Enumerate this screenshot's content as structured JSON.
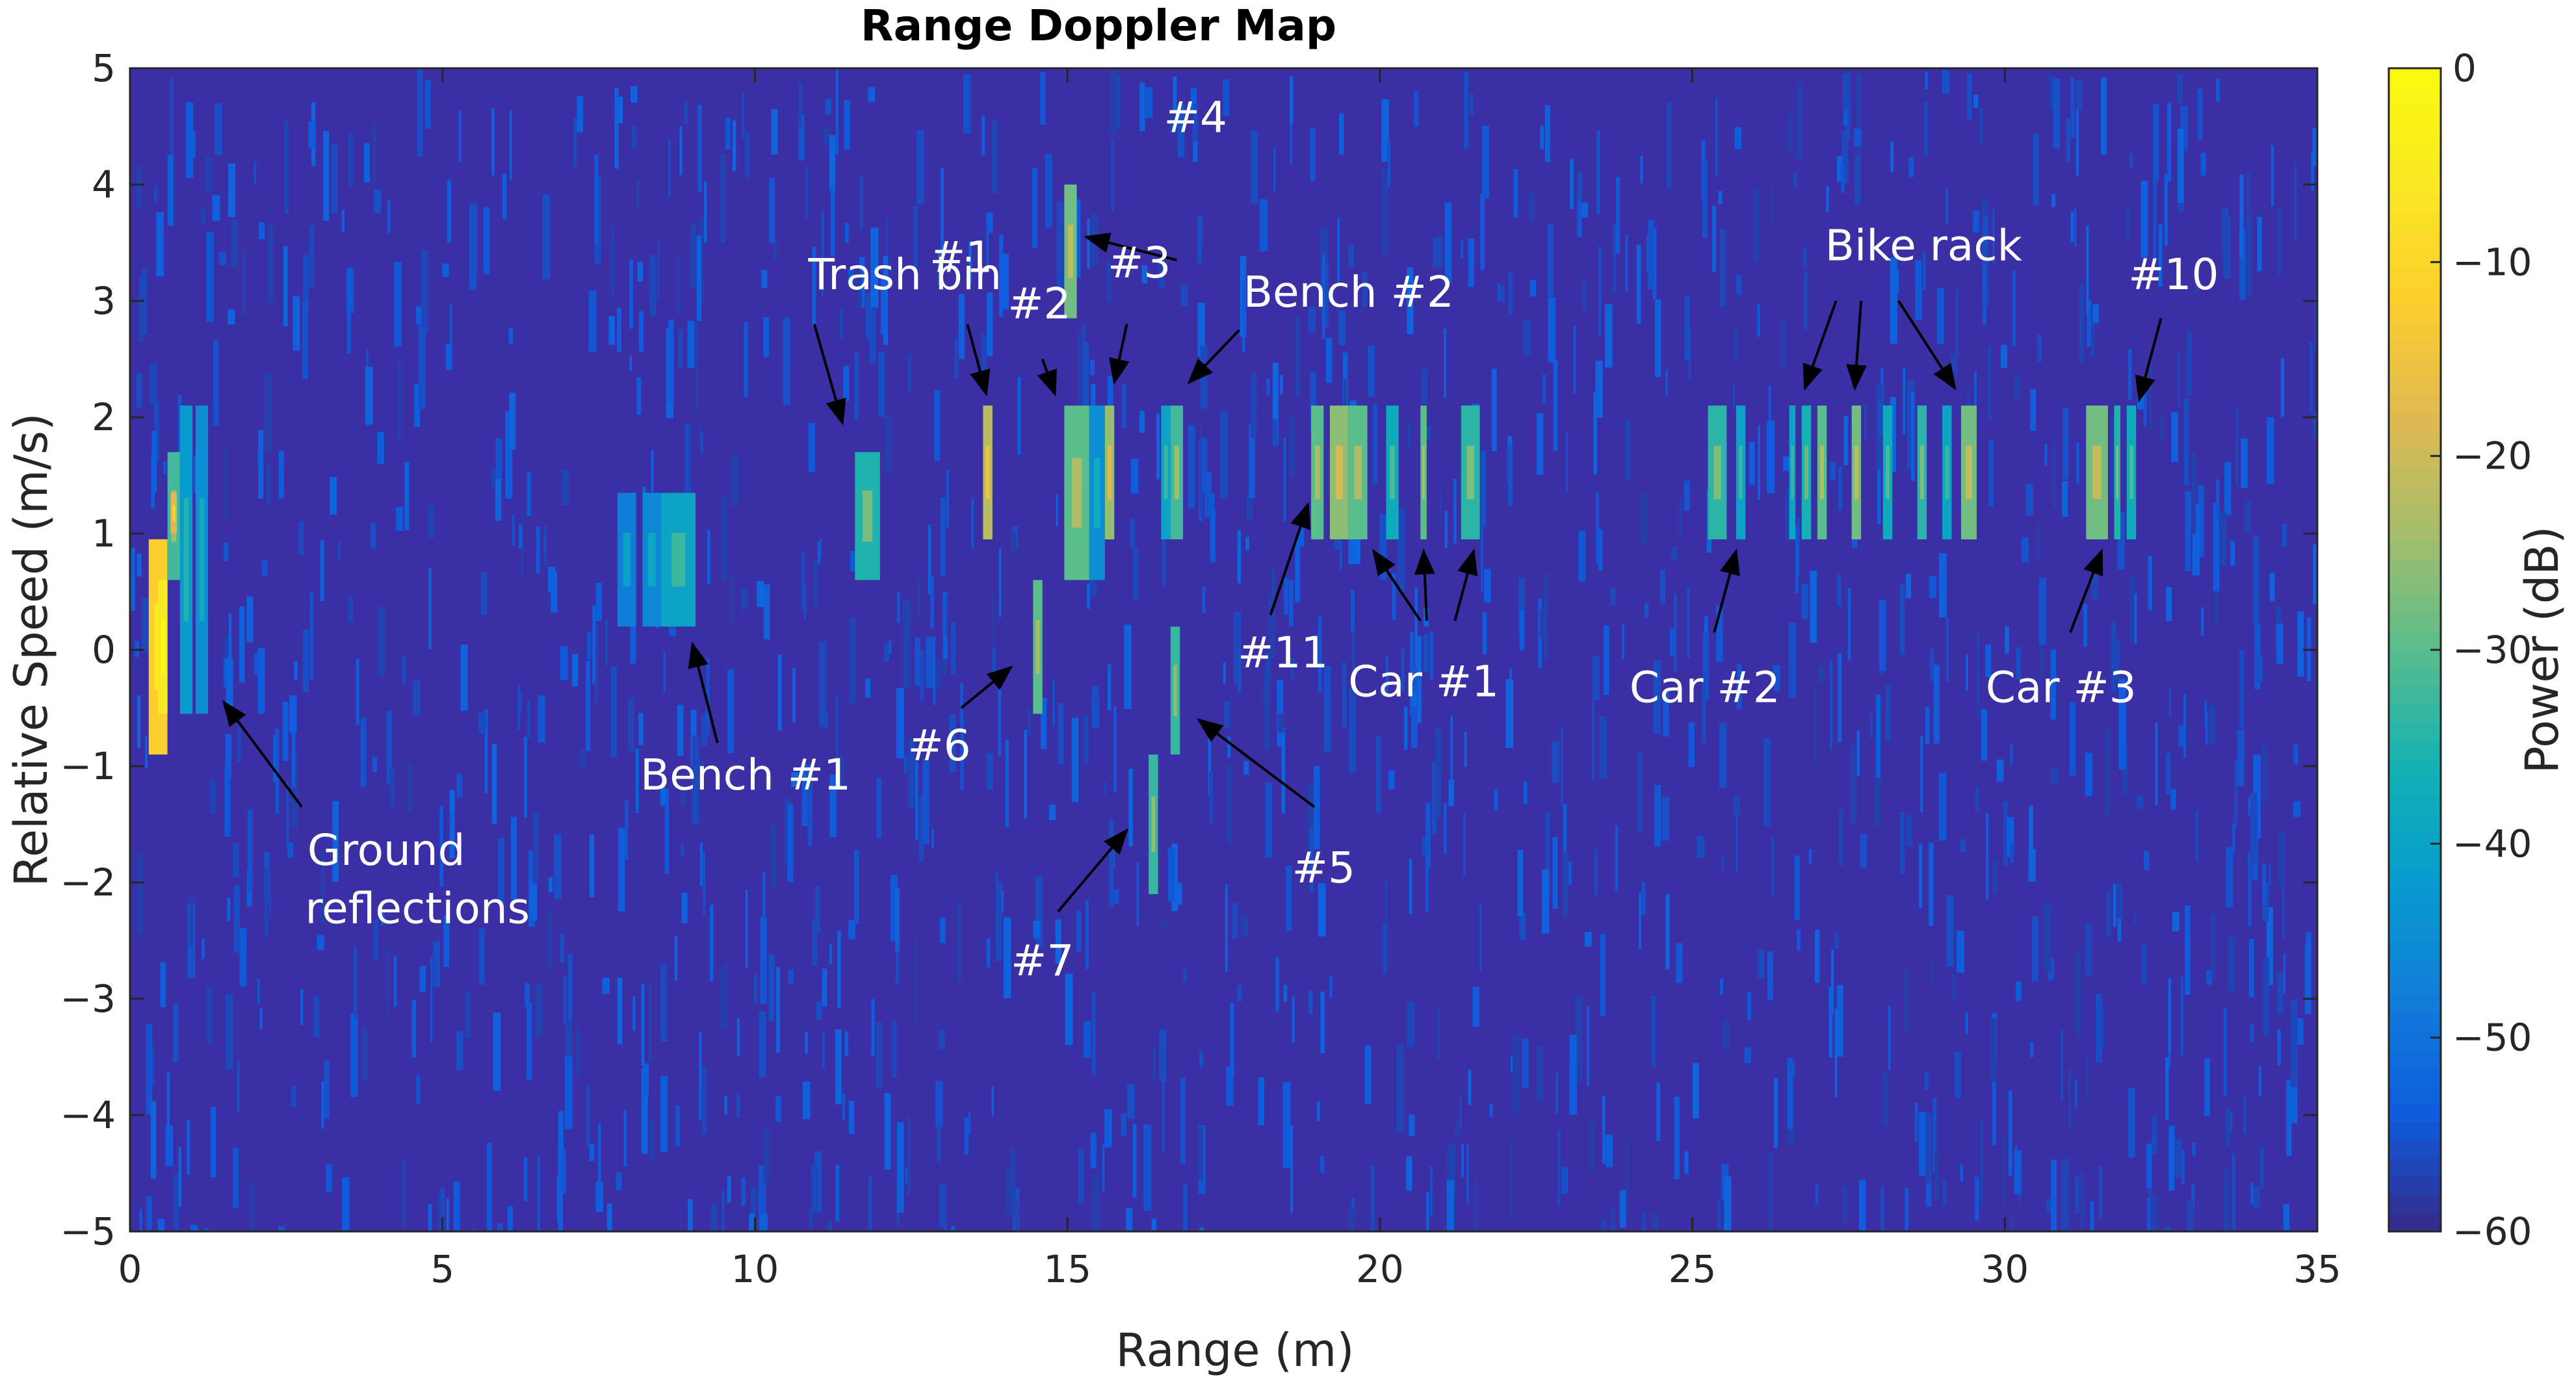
{
  "chart_data": {
    "type": "heatmap",
    "title": "Range Doppler Map",
    "xlabel": "Range (m)",
    "ylabel": "Relative Speed (m/s)",
    "xlim": [
      0,
      35
    ],
    "ylim": [
      -5,
      5
    ],
    "xticks": [
      0,
      5,
      10,
      15,
      20,
      25,
      30,
      35
    ],
    "yticks": [
      5,
      4,
      3,
      2,
      1,
      0,
      -1,
      -2,
      -3,
      -4,
      -5
    ],
    "xtick_labels": [
      "0",
      "5",
      "10",
      "15",
      "20",
      "25",
      "30",
      "35"
    ],
    "ytick_labels": [
      "5",
      "4",
      "3",
      "2",
      "1",
      "0",
      "−1",
      "−2",
      "−3",
      "−4",
      "−5"
    ],
    "colorbar": {
      "label": "Power (dB)",
      "range": [
        -60,
        0
      ],
      "ticks": [
        0,
        -10,
        -20,
        -30,
        -40,
        -50,
        -60
      ],
      "tick_labels": [
        "0",
        "−10",
        "−20",
        "−30",
        "−40",
        "−50",
        "−60"
      ],
      "colormap": "parula"
    },
    "background_power_db": -57,
    "targets": [
      {
        "x0": 0.3,
        "x1": 0.6,
        "y0": -0.9,
        "y1": 0.95,
        "db": -12
      },
      {
        "x0": 0.45,
        "x1": 0.6,
        "y0": -0.55,
        "y1": 0.6,
        "db": -6
      },
      {
        "x0": 0.6,
        "x1": 0.8,
        "y0": 0.6,
        "y1": 1.7,
        "db": -32
      },
      {
        "x0": 0.65,
        "x1": 0.75,
        "y0": 1.0,
        "y1": 1.35,
        "db": -18
      },
      {
        "x0": 0.8,
        "x1": 1.0,
        "y0": -0.55,
        "y1": 2.1,
        "db": -42
      },
      {
        "x0": 1.05,
        "x1": 1.25,
        "y0": -0.55,
        "y1": 2.1,
        "db": -45
      },
      {
        "x0": 7.8,
        "x1": 8.1,
        "y0": 0.2,
        "y1": 1.35,
        "db": -48
      },
      {
        "x0": 8.2,
        "x1": 8.5,
        "y0": 0.2,
        "y1": 1.35,
        "db": -46
      },
      {
        "x0": 8.5,
        "x1": 9.05,
        "y0": 0.2,
        "y1": 1.35,
        "db": -40
      },
      {
        "x0": 11.6,
        "x1": 12.0,
        "y0": 0.6,
        "y1": 1.7,
        "db": -35
      },
      {
        "x0": 13.65,
        "x1": 13.8,
        "y0": 0.95,
        "y1": 2.1,
        "db": -22
      },
      {
        "x0": 14.45,
        "x1": 14.6,
        "y0": -0.55,
        "y1": 0.6,
        "db": -30
      },
      {
        "x0": 14.95,
        "x1": 15.15,
        "y0": 2.85,
        "y1": 4.0,
        "db": -28
      },
      {
        "x0": 14.95,
        "x1": 15.35,
        "y0": 0.6,
        "y1": 2.1,
        "db": -30
      },
      {
        "x0": 15.35,
        "x1": 15.6,
        "y0": 0.6,
        "y1": 2.1,
        "db": -45
      },
      {
        "x0": 15.6,
        "x1": 15.75,
        "y0": 0.95,
        "y1": 2.1,
        "db": -25
      },
      {
        "x0": 16.3,
        "x1": 16.45,
        "y0": -2.1,
        "y1": -0.9,
        "db": -33
      },
      {
        "x0": 16.5,
        "x1": 16.65,
        "y0": 0.95,
        "y1": 2.1,
        "db": -40
      },
      {
        "x0": 16.65,
        "x1": 16.8,
        "y0": -0.9,
        "y1": 0.2,
        "db": -33
      },
      {
        "x0": 16.65,
        "x1": 16.85,
        "y0": 0.95,
        "y1": 2.1,
        "db": -32
      },
      {
        "x0": 18.9,
        "x1": 19.1,
        "y0": 0.95,
        "y1": 2.1,
        "db": -30
      },
      {
        "x0": 19.2,
        "x1": 19.5,
        "y0": 0.95,
        "y1": 2.1,
        "db": -26
      },
      {
        "x0": 19.5,
        "x1": 19.8,
        "y0": 0.95,
        "y1": 2.1,
        "db": -30
      },
      {
        "x0": 20.1,
        "x1": 20.3,
        "y0": 0.95,
        "y1": 2.1,
        "db": -38
      },
      {
        "x0": 20.65,
        "x1": 20.75,
        "y0": 0.95,
        "y1": 2.1,
        "db": -30
      },
      {
        "x0": 21.3,
        "x1": 21.6,
        "y0": 0.95,
        "y1": 2.1,
        "db": -34
      },
      {
        "x0": 25.25,
        "x1": 25.55,
        "y0": 0.95,
        "y1": 2.1,
        "db": -34
      },
      {
        "x0": 25.7,
        "x1": 25.85,
        "y0": 0.95,
        "y1": 2.1,
        "db": -40
      },
      {
        "x0": 26.55,
        "x1": 26.65,
        "y0": 0.95,
        "y1": 2.1,
        "db": -40
      },
      {
        "x0": 26.75,
        "x1": 26.9,
        "y0": 0.95,
        "y1": 2.1,
        "db": -36
      },
      {
        "x0": 27.0,
        "x1": 27.15,
        "y0": 0.95,
        "y1": 2.1,
        "db": -30
      },
      {
        "x0": 27.55,
        "x1": 27.7,
        "y0": 0.95,
        "y1": 2.1,
        "db": -28
      },
      {
        "x0": 28.05,
        "x1": 28.2,
        "y0": 0.95,
        "y1": 2.1,
        "db": -38
      },
      {
        "x0": 28.6,
        "x1": 28.75,
        "y0": 0.95,
        "y1": 2.1,
        "db": -34
      },
      {
        "x0": 29.0,
        "x1": 29.15,
        "y0": 0.95,
        "y1": 2.1,
        "db": -40
      },
      {
        "x0": 29.3,
        "x1": 29.55,
        "y0": 0.95,
        "y1": 2.1,
        "db": -28
      },
      {
        "x0": 31.3,
        "x1": 31.65,
        "y0": 0.95,
        "y1": 2.1,
        "db": -28
      },
      {
        "x0": 31.75,
        "x1": 31.85,
        "y0": 0.95,
        "y1": 2.1,
        "db": -35
      },
      {
        "x0": 31.95,
        "x1": 32.1,
        "y0": 0.95,
        "y1": 2.1,
        "db": -38
      }
    ],
    "annotations": [
      {
        "text": "#4",
        "tx": 17.05,
        "ty": 4.45,
        "ax": 16.75,
        "ay": 3.35,
        "hx": 15.3,
        "hy": 3.55
      },
      {
        "text": "Trash bin",
        "tx": 12.4,
        "ty": 3.1,
        "ax": 10.95,
        "ay": 2.8,
        "hx": 11.4,
        "hy": 1.95
      },
      {
        "text": "#1",
        "tx": 13.3,
        "ty": 3.25,
        "ax": 13.4,
        "ay": 2.8,
        "hx": 13.7,
        "hy": 2.2
      },
      {
        "text": "#2",
        "tx": 14.55,
        "ty": 2.85,
        "ax": 14.6,
        "ay": 2.5,
        "hx": 14.8,
        "hy": 2.2
      },
      {
        "text": "#3",
        "tx": 16.15,
        "ty": 3.2,
        "ax": 15.95,
        "ay": 2.8,
        "hx": 15.75,
        "hy": 2.3
      },
      {
        "text": "Bench #2",
        "tx": 19.5,
        "ty": 2.95,
        "ax": 17.75,
        "ay": 2.75,
        "hx": 16.95,
        "hy": 2.3
      },
      {
        "text": "Bike rack",
        "tx": 28.7,
        "ty": 3.35,
        "ax": 27.3,
        "ay": 3.0,
        "hx": 26.8,
        "hy": 2.25
      },
      {
        "text": "",
        "tx": 0,
        "ty": 0,
        "ax": 27.7,
        "ay": 3.0,
        "hx": 27.6,
        "hy": 2.25
      },
      {
        "text": "",
        "tx": 0,
        "ty": 0,
        "ax": 28.3,
        "ay": 3.0,
        "hx": 29.2,
        "hy": 2.25
      },
      {
        "text": "#10",
        "tx": 32.7,
        "ty": 3.1,
        "ax": 32.5,
        "ay": 2.85,
        "hx": 32.15,
        "hy": 2.15
      },
      {
        "text": "#11",
        "tx": 18.45,
        "ty": -0.15,
        "ax": 18.25,
        "ay": 0.3,
        "hx": 18.85,
        "hy": 1.25
      },
      {
        "text": "Car #1",
        "tx": 20.7,
        "ty": -0.4,
        "ax": 20.65,
        "ay": 0.25,
        "hx": 19.9,
        "hy": 0.85
      },
      {
        "text": "",
        "tx": 0,
        "ty": 0,
        "ax": 20.75,
        "ay": 0.25,
        "hx": 20.7,
        "hy": 0.85
      },
      {
        "text": "",
        "tx": 0,
        "ty": 0,
        "ax": 21.2,
        "ay": 0.25,
        "hx": 21.5,
        "hy": 0.85
      },
      {
        "text": "Car #2",
        "tx": 25.2,
        "ty": -0.45,
        "ax": 25.35,
        "ay": 0.15,
        "hx": 25.7,
        "hy": 0.85
      },
      {
        "text": "Car #3",
        "tx": 30.9,
        "ty": -0.45,
        "ax": 31.05,
        "ay": 0.15,
        "hx": 31.55,
        "hy": 0.85
      },
      {
        "text": "Bench #1",
        "tx": 9.85,
        "ty": -1.2,
        "ax": 9.4,
        "ay": -0.8,
        "hx": 9.0,
        "hy": 0.05
      },
      {
        "text": "#6",
        "tx": 12.95,
        "ty": -0.95,
        "ax": 13.3,
        "ay": -0.5,
        "hx": 14.1,
        "hy": -0.15
      },
      {
        "text": "#5",
        "tx": 19.1,
        "ty": -2.0,
        "ax": 18.95,
        "ay": -1.35,
        "hx": 17.1,
        "hy": -0.6
      },
      {
        "text": "#7",
        "tx": 14.6,
        "ty": -2.8,
        "ax": 14.85,
        "ay": -2.25,
        "hx": 15.95,
        "hy": -1.55
      },
      {
        "text": "Ground",
        "tx": 4.1,
        "ty": -1.85,
        "ax": 2.75,
        "ay": -1.35,
        "hx": 1.5,
        "hy": -0.45
      },
      {
        "text": "reflections",
        "tx": 4.6,
        "ty": -2.35,
        "ax": null,
        "ay": null,
        "hx": null,
        "hy": null
      }
    ]
  }
}
